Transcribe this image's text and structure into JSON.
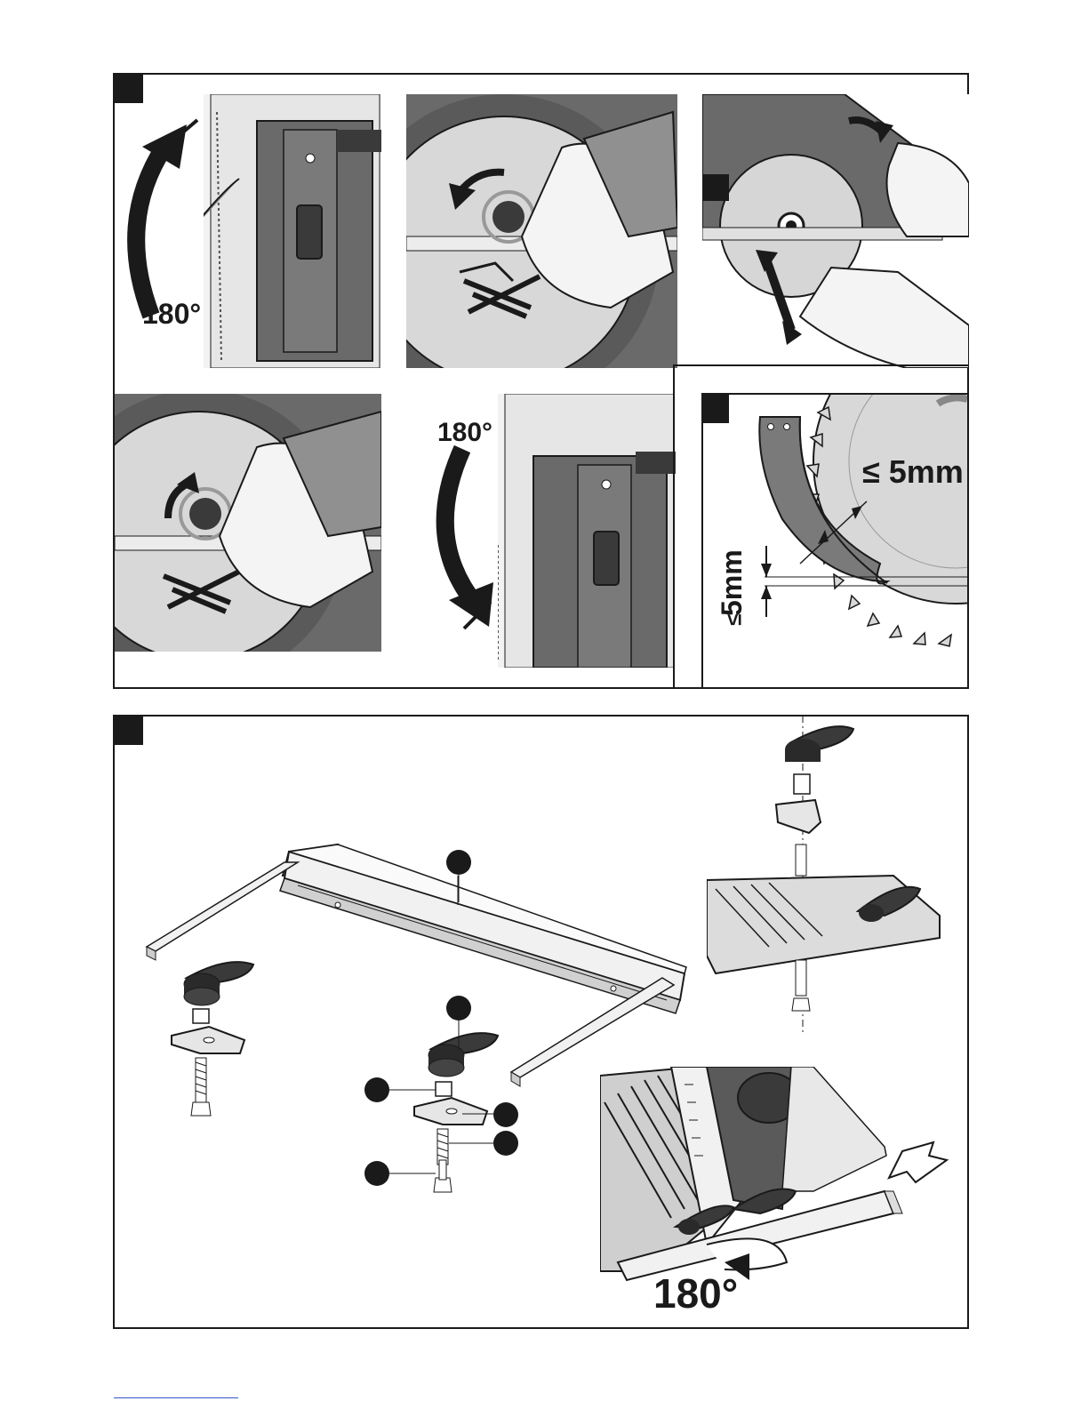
{
  "labels": {
    "rotate_top_left": "180°",
    "rotate_mid": "180°",
    "rotate_bottom": "180°",
    "gap_side": "≤ 5mm",
    "gap_bottom": "5mm",
    "gap_bottom_sign": "≤"
  },
  "colors": {
    "ink": "#1a1a1a",
    "dark_gray": "#555555",
    "mid_gray": "#8a8a8a",
    "light_gray": "#c8c8c8",
    "paper": "#ffffff"
  }
}
